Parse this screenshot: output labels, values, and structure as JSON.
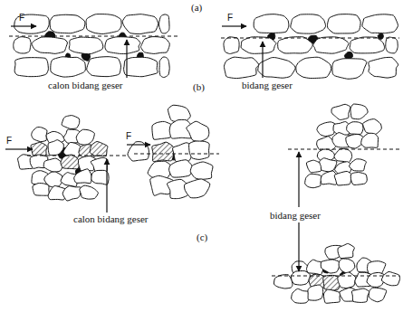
{
  "diagram": {
    "labels": [
      "(a)",
      "F",
      "F",
      "calon bidang geser",
      "bidang geser",
      "(b)",
      "F",
      "F",
      "calon bidang geser",
      "bidang geser",
      "(c)"
    ]
  }
}
